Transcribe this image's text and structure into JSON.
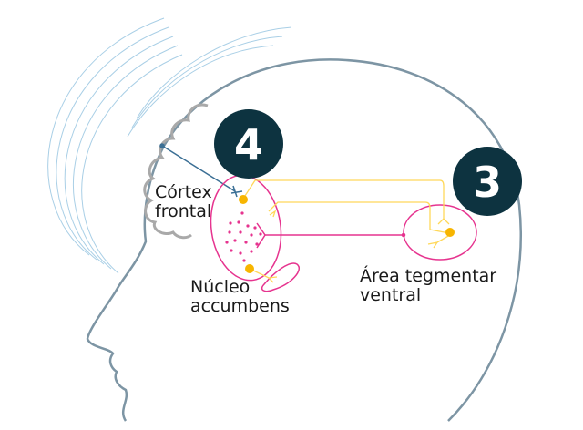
{
  "labels": {
    "cortex_line1": "Córtex",
    "cortex_line2": "frontal",
    "nucleus_line1": "Núcleo",
    "nucleus_line2": "accumbens",
    "vta_line1": "Área tegmentar",
    "vta_line2": "ventral"
  },
  "markers": {
    "four": "4",
    "three": "3"
  },
  "colors": {
    "head": "#7d95a4",
    "waves": "#9fc7e0",
    "cortex": "#a9a9a9",
    "badge": "#0d3340",
    "pink": "#e6348f",
    "yellow": "#ffd85a",
    "dot": "#f7b500",
    "blue_axon": "#3b6f95"
  }
}
